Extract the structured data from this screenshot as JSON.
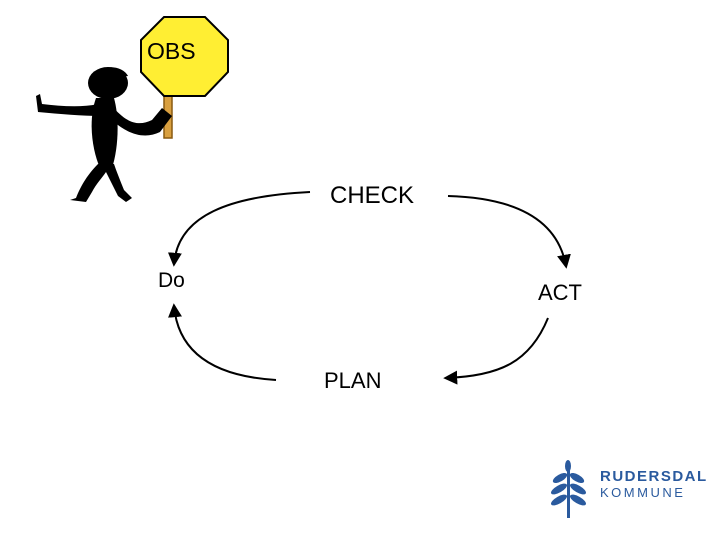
{
  "diagram": {
    "labels": {
      "check": "CHECK",
      "do": "Do",
      "act": "ACT",
      "plan": "PLAN"
    }
  },
  "sign": {
    "text": "OBS",
    "color": "#ffee33"
  },
  "logo": {
    "line1": "RUDERSDAL",
    "line2": "KOMMUNE",
    "color": "#2a5a9e"
  }
}
